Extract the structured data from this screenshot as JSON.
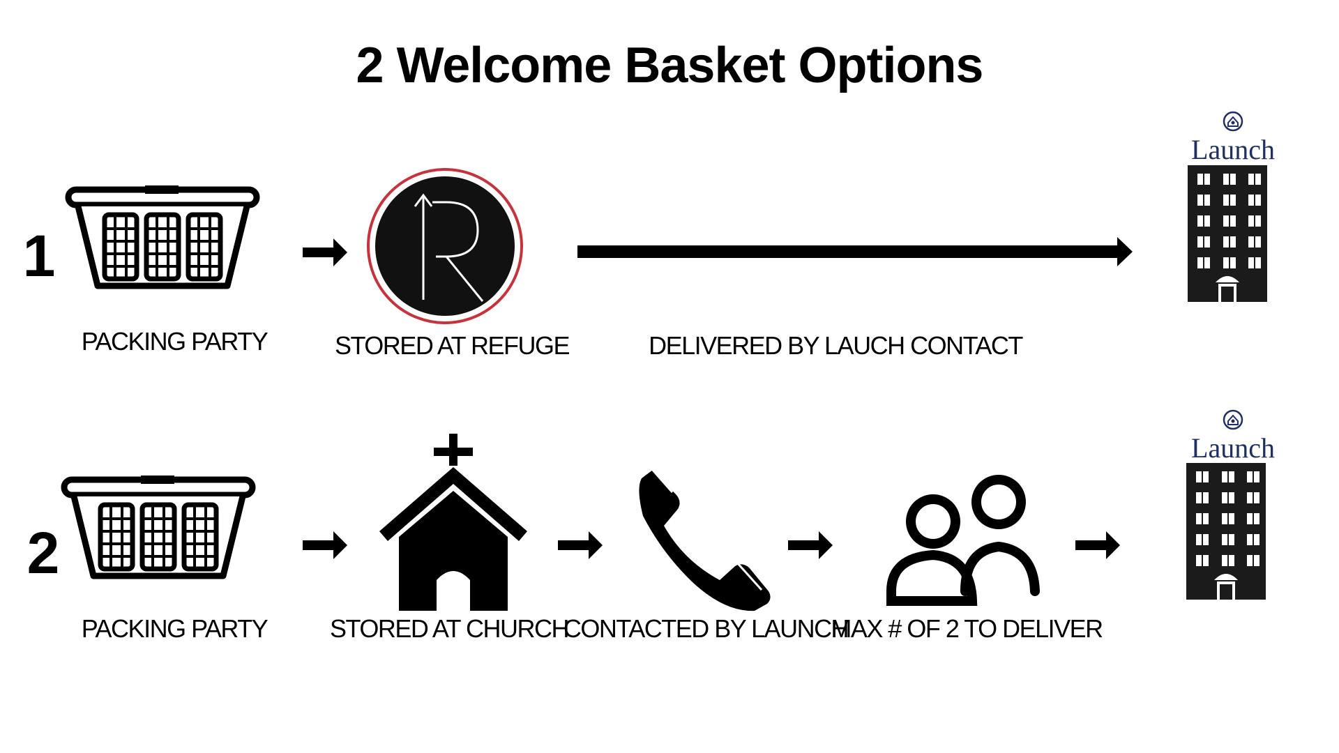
{
  "title": "2 Welcome Basket Options",
  "colors": {
    "ink": "#000000",
    "logo_navy": "#1f2f63",
    "refuge_ring": "#c8323c"
  },
  "options": [
    {
      "number": "1",
      "steps": [
        {
          "icon": "laundry-basket-icon",
          "label": "PACKING PARTY"
        },
        {
          "icon": "refuge-logo-icon",
          "label": "STORED AT REFUGE"
        },
        {
          "icon": "long-arrow",
          "label": "DELIVERED BY LAUCH CONTACT"
        },
        {
          "icon": "launch-building-icon",
          "label": ""
        }
      ]
    },
    {
      "number": "2",
      "steps": [
        {
          "icon": "laundry-basket-icon",
          "label": "PACKING PARTY"
        },
        {
          "icon": "church-icon",
          "label": "STORED AT CHURCH"
        },
        {
          "icon": "phone-icon",
          "label": "CONTACTED BY LAUNCH"
        },
        {
          "icon": "two-people-icon",
          "label": "MAX # OF 2 TO DELIVER"
        },
        {
          "icon": "launch-building-icon",
          "label": ""
        }
      ]
    }
  ],
  "launch_logo_text": "Launch"
}
